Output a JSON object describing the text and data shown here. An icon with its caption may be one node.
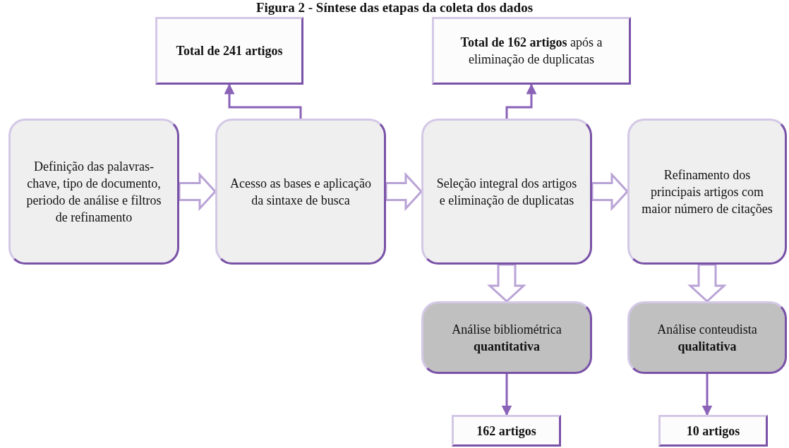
{
  "diagram": {
    "title": "Figura 2 - Síntese das etapas da coleta dos dados",
    "nodes": [
      {
        "text": [
          "Total de 241 artigos"
        ]
      },
      {
        "text": [
          "**Total de 162 artigos** após a eliminação de duplicatas"
        ]
      },
      {
        "text": [
          "Definição das palavras-chave, tipo de documento, periodo de análise e filtros de refinamento"
        ]
      },
      {
        "text": [
          "Acesso as bases e aplicação da sintaxe de busca"
        ]
      },
      {
        "text": [
          "Seleção integral dos artigos e eliminação de duplicatas"
        ]
      },
      {
        "text": [
          "Refinamento dos principais artigos com maior número de citações"
        ]
      },
      {
        "text": [
          "Análise bibliométrica **quantitativa**"
        ]
      },
      {
        "text": [
          "Análise conteudista **qualitativa**"
        ]
      },
      {
        "text": [
          "162 artigos"
        ]
      },
      {
        "text": [
          "10 artigos"
        ]
      }
    ],
    "edges": [
      {
        "from": 2,
        "to": 3,
        "arrow": "to",
        "style": "thick"
      },
      {
        "from": 3,
        "to": 4,
        "arrow": "to",
        "style": "thick"
      },
      {
        "from": 4,
        "to": 5,
        "arrow": "to",
        "style": "thick"
      },
      {
        "from": 3,
        "to": 0,
        "arrow": "to"
      },
      {
        "from": 4,
        "to": 1,
        "arrow": "to"
      },
      {
        "from": 4,
        "to": 6,
        "arrow": "to",
        "style": "thick"
      },
      {
        "from": 5,
        "to": 7,
        "arrow": "to",
        "style": "thick"
      },
      {
        "from": 6,
        "to": 8,
        "arrow": "to"
      },
      {
        "from": 7,
        "to": 9,
        "arrow": "to"
      }
    ]
  }
}
